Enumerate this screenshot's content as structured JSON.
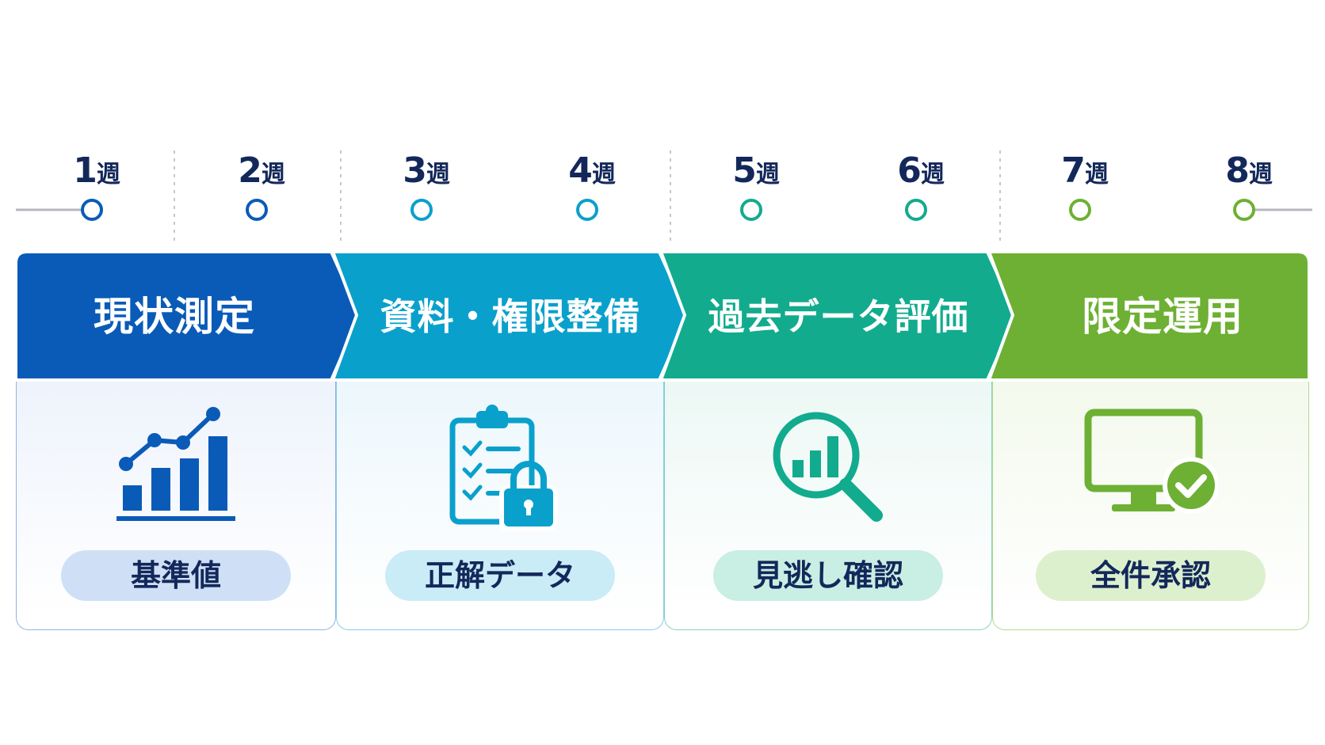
{
  "weeks": [
    {
      "num": "1",
      "unit": "週"
    },
    {
      "num": "2",
      "unit": "週"
    },
    {
      "num": "3",
      "unit": "週"
    },
    {
      "num": "4",
      "unit": "週"
    },
    {
      "num": "5",
      "unit": "週"
    },
    {
      "num": "6",
      "unit": "週"
    },
    {
      "num": "7",
      "unit": "週"
    },
    {
      "num": "8",
      "unit": "週"
    }
  ],
  "phases": [
    {
      "title": "現状測定",
      "pill": "基準値",
      "icon": "bar-chart-trend-icon",
      "color": "#0a5bb8",
      "light": "#eef3fc",
      "pill_bg": "#cfe0f6",
      "border": "#8fb4e6"
    },
    {
      "title": "資料・権限整備",
      "pill": "正解データ",
      "icon": "clipboard-lock-icon",
      "color": "#0aa0cc",
      "light": "#ecf7fc",
      "pill_bg": "#c9ecf7",
      "border": "#86cde6"
    },
    {
      "title": "過去データ評価",
      "pill": "見逃し確認",
      "icon": "magnifier-chart-icon",
      "color": "#12ab8e",
      "light": "#ecf8f5",
      "pill_bg": "#c9eee3",
      "border": "#85d3c0"
    },
    {
      "title": "限定運用",
      "pill": "全件承認",
      "icon": "monitor-check-icon",
      "color": "#6db033",
      "light": "#f3f9ec",
      "pill_bg": "#ddf0ce",
      "border": "#b2da90"
    }
  ]
}
